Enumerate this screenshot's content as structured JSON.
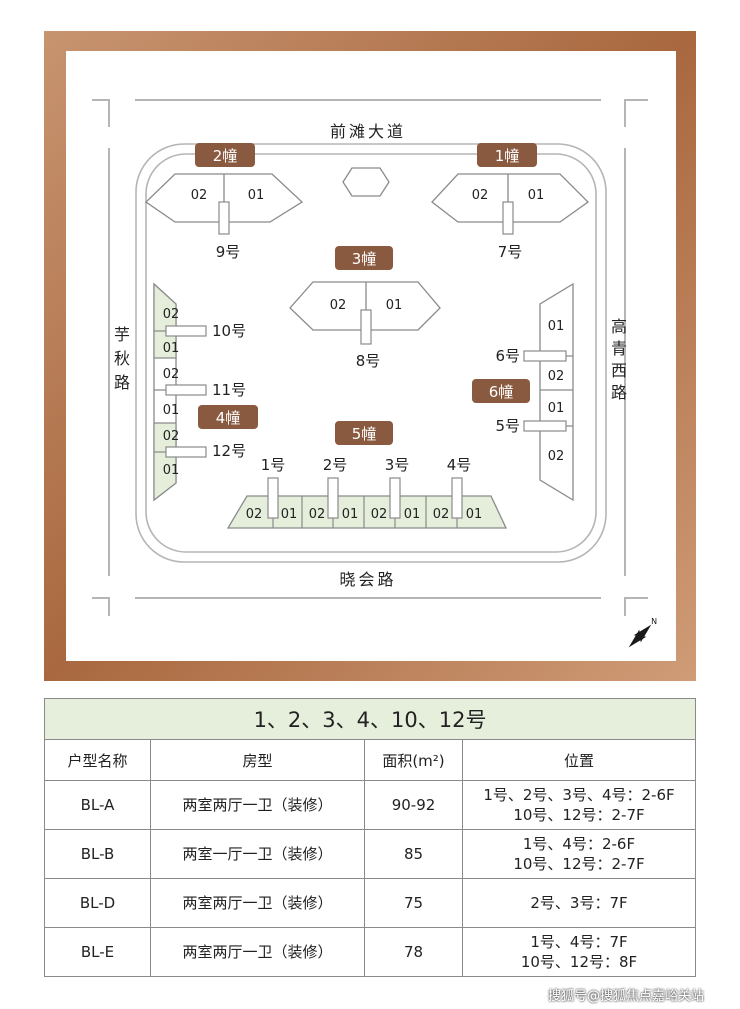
{
  "map": {
    "roads": {
      "north": "前滩大道",
      "south": "晓会路",
      "west": "芋秋路",
      "east": "高青西路"
    },
    "buildings": [
      {
        "id": "b2",
        "label": "2幢"
      },
      {
        "id": "b1",
        "label": "1幢"
      },
      {
        "id": "b3",
        "label": "3幢"
      },
      {
        "id": "b4",
        "label": "4幢"
      },
      {
        "id": "b5",
        "label": "5幢"
      },
      {
        "id": "b6",
        "label": "6幢"
      }
    ],
    "units": {
      "u01": "01",
      "u02": "02"
    },
    "doors": {
      "n1": "1号",
      "n2": "2号",
      "n3": "3号",
      "n4": "4号",
      "n5": "5号",
      "n6": "6号",
      "n7": "7号",
      "n8": "8号",
      "n9": "9号",
      "n10": "10号",
      "n11": "11号",
      "n12": "12号"
    },
    "colors": {
      "frame": "#b87a4e",
      "building_tag": "#8a5a40",
      "unit_fill": "#e4eedb"
    }
  },
  "table": {
    "title": "1、2、3、4、10、12号",
    "headers": [
      "户型名称",
      "房型",
      "面积(m²)",
      "位置"
    ],
    "rows": [
      {
        "name": "BL-A",
        "type": "两室两厅一卫（装修）",
        "area": "90-92",
        "pos1": "1号、2号、3号、4号：2-6F",
        "pos2": "10号、12号：2-7F"
      },
      {
        "name": "BL-B",
        "type": "两室一厅一卫（装修）",
        "area": "85",
        "pos1": "1号、4号：2-6F",
        "pos2": "10号、12号：2-7F"
      },
      {
        "name": "BL-D",
        "type": "两室两厅一卫（装修）",
        "area": "75",
        "pos1": "2号、3号：7F",
        "pos2": ""
      },
      {
        "name": "BL-E",
        "type": "两室两厅一卫（装修）",
        "area": "78",
        "pos1": "1号、4号：7F",
        "pos2": "10号、12号：8F"
      }
    ]
  },
  "watermark": "搜狐号@搜狐焦点嘉峪关站"
}
